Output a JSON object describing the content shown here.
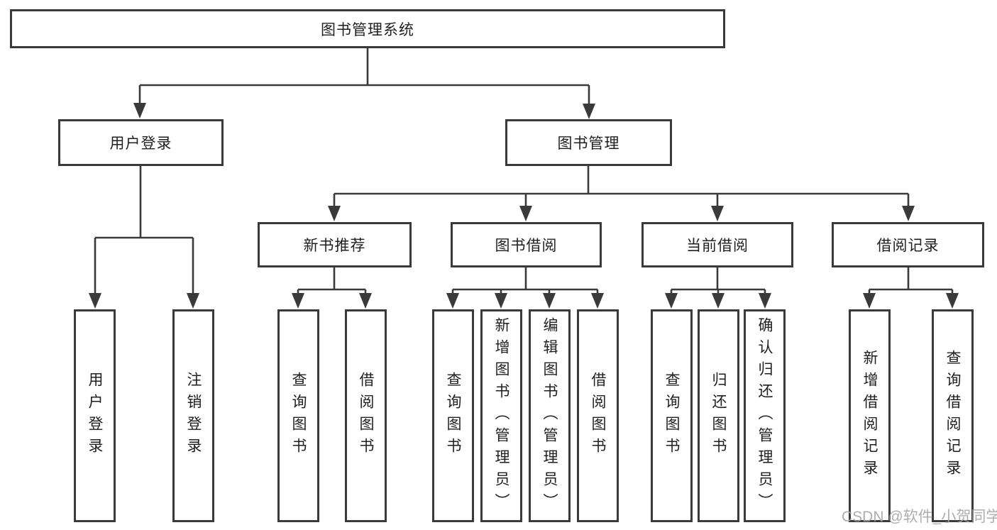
{
  "diagram": {
    "root": {
      "label": "图书管理系统"
    },
    "level2": [
      {
        "label": "用户登录"
      },
      {
        "label": "图书管理"
      }
    ],
    "level3": [
      {
        "label": "新书推荐"
      },
      {
        "label": "图书借阅"
      },
      {
        "label": "当前借阅"
      },
      {
        "label": "借阅记录"
      }
    ],
    "leaves": {
      "user_login": [
        "用户登录",
        "注销登录"
      ],
      "new_books": [
        "查询图书",
        "借阅图书"
      ],
      "book_borrow": [
        "查询图书",
        "新增图书（管理员）",
        "编辑图书（管理员）",
        "借阅图书"
      ],
      "current_borrow": [
        "查询图书",
        "归还图书",
        "确认归还（管理员）"
      ],
      "borrow_records": [
        "新增借阅记录",
        "查询借阅记录"
      ]
    }
  },
  "watermark": {
    "text": "CSDN @软件_小贺同学"
  },
  "colors": {
    "line": "#3a3a3a",
    "box_border": "#3a3a3a",
    "text": "#1f1f1f",
    "watermark": "#a3a3a3",
    "background": "#ffffff"
  }
}
